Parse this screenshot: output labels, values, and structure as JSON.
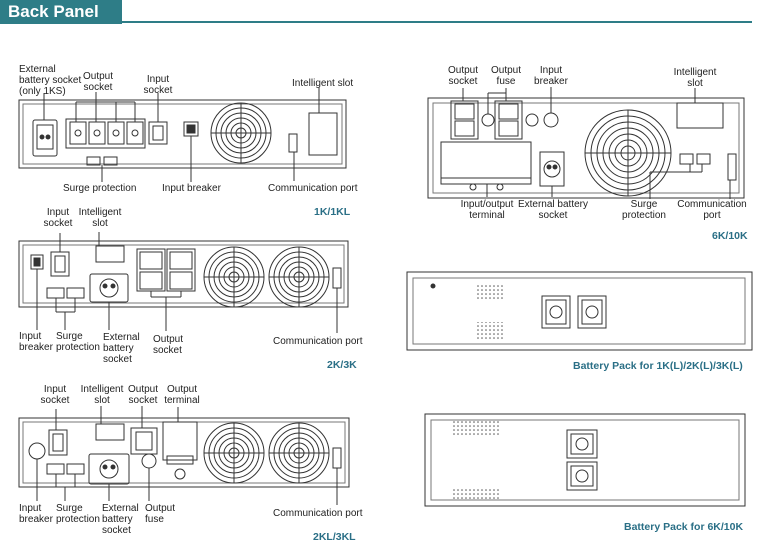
{
  "header": {
    "title": "Back Panel"
  },
  "panel_1k": {
    "model": "1K/1KL",
    "labels": {
      "external_battery": "External\nbattery  socket\n(only 1KS)",
      "output_socket": "Output\nsocket",
      "input_socket": "Input\nsocket",
      "intelligent_slot": "Intelligent slot",
      "surge_protection": "Surge  protection",
      "input_breaker": "Input breaker",
      "communication_port": "Communication port"
    }
  },
  "panel_2k": {
    "model": "2K/3K",
    "labels": {
      "input_socket": "Input\nsocket",
      "intelligent_slot": "Intelligent\nslot",
      "input_breaker": "Input\nbreaker",
      "surge_protection": "Surge\nprotection",
      "external_battery": "External\nbattery\nsocket",
      "output_socket": "Output\nsocket",
      "communication_port": "Communication port"
    }
  },
  "panel_2kl": {
    "model": "2KL/3KL",
    "labels": {
      "input_socket": "Input\nsocket",
      "intelligent_slot": "Intelligent\nslot",
      "output_socket": "Output\nsocket",
      "output_terminal": "Output\nterminal",
      "input_breaker": "Input\nbreaker",
      "surge_protection": "Surge\nprotection",
      "external_battery": "External\nbattery\nsocket",
      "output_fuse": "Output\nfuse",
      "communication_port": "Communication port"
    }
  },
  "panel_6k": {
    "model": "6K/10K",
    "labels": {
      "output_socket": "Output\nsocket",
      "output_fuse": "Output\nfuse",
      "input_breaker": "Input\nbreaker",
      "intelligent_slot": "Intelligent\nslot",
      "io_terminal": "Input/output\nterminal",
      "external_battery": "External  battery\nsocket",
      "surge_protection": "Surge\nprotection",
      "communication_port": "Communication\nport"
    }
  },
  "battery_small": {
    "caption": "Battery Pack for 1K(L)/2K(L)/3K(L)"
  },
  "battery_6k": {
    "caption": "Battery Pack for 6K/10K"
  },
  "colors": {
    "accent": "#2e7d87",
    "caption": "#2a6f86",
    "line": "#333333"
  }
}
